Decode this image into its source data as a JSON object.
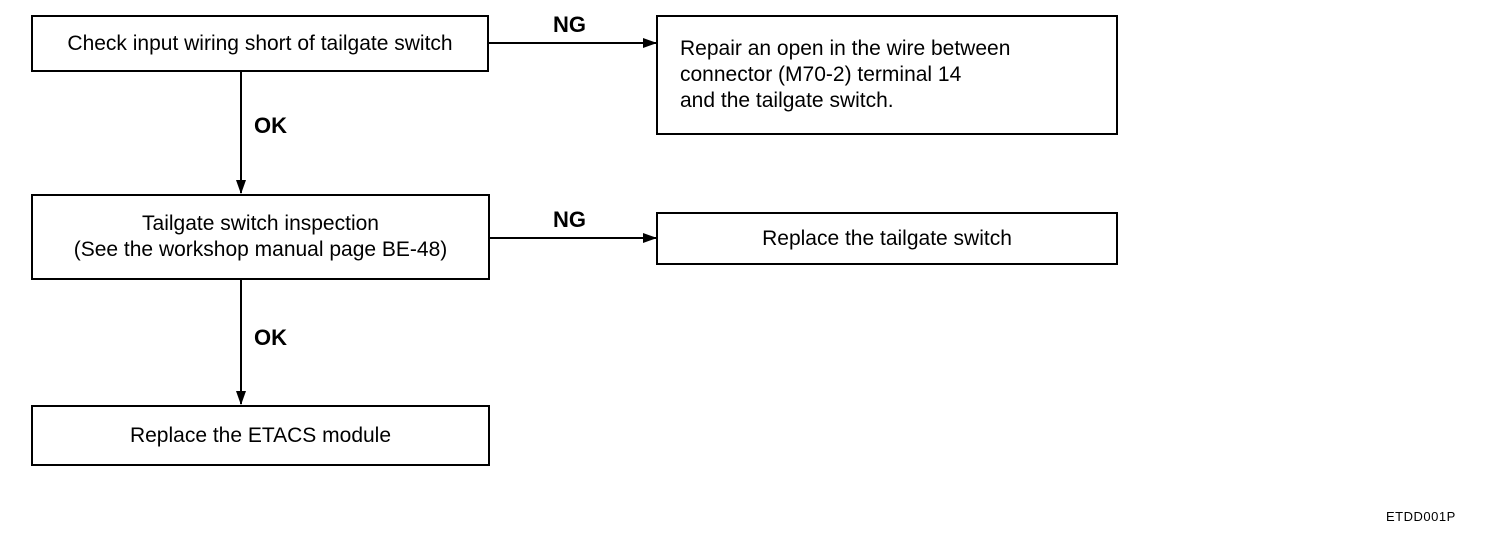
{
  "diagram": {
    "steps": {
      "check_wiring": [
        "Check input wiring short of tailgate switch"
      ],
      "switch_inspection": [
        "Tailgate switch inspection",
        "(See the workshop manual page BE-48)"
      ],
      "replace_etacs": [
        "Replace the ETACS module"
      ]
    },
    "remedies": {
      "repair_wire": [
        "Repair an open in the wire between",
        "connector (M70-2) terminal 14",
        "and the tailgate switch."
      ],
      "replace_switch": [
        "Replace the tailgate switch"
      ]
    },
    "edge_labels": {
      "ng_first": "NG",
      "ok_first": "OK",
      "ng_second": "NG",
      "ok_second": "OK"
    },
    "figure_id": "ETDD001P"
  }
}
